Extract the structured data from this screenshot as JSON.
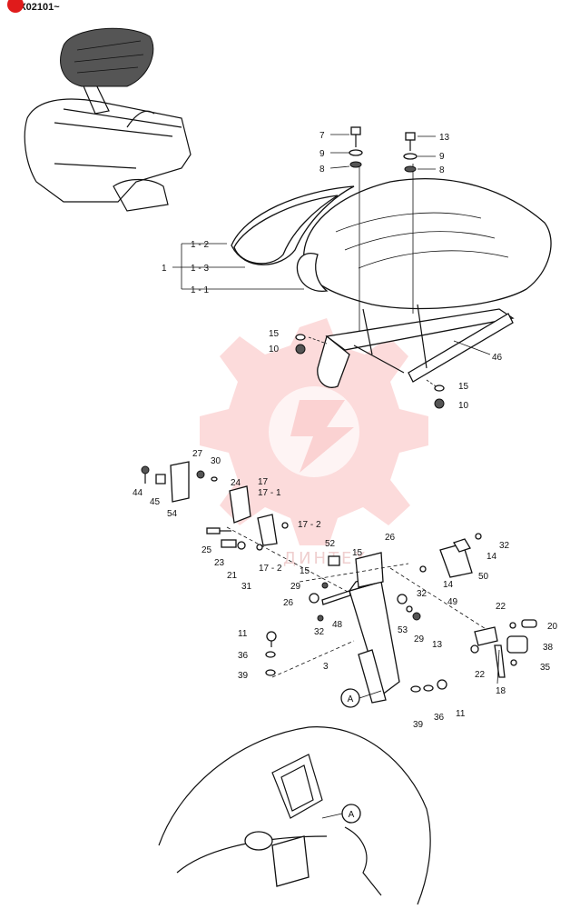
{
  "header": {
    "code": "PX02101~"
  },
  "callouts": [
    {
      "id": "7",
      "text": "7"
    },
    {
      "id": "9a",
      "text": "9"
    },
    {
      "id": "8a",
      "text": "8"
    },
    {
      "id": "13a",
      "text": "13"
    },
    {
      "id": "9b",
      "text": "9"
    },
    {
      "id": "8b",
      "text": "8"
    },
    {
      "id": "1-2",
      "text": "1 - 2"
    },
    {
      "id": "1",
      "text": "1"
    },
    {
      "id": "1-3",
      "text": "1 - 3"
    },
    {
      "id": "1-1",
      "text": "1 - 1"
    },
    {
      "id": "15a",
      "text": "15"
    },
    {
      "id": "10a",
      "text": "10"
    },
    {
      "id": "46",
      "text": "46"
    },
    {
      "id": "15b",
      "text": "15"
    },
    {
      "id": "10b",
      "text": "10"
    },
    {
      "id": "27",
      "text": "27"
    },
    {
      "id": "30",
      "text": "30"
    },
    {
      "id": "44",
      "text": "44"
    },
    {
      "id": "45",
      "text": "45"
    },
    {
      "id": "54",
      "text": "54"
    },
    {
      "id": "24",
      "text": "24"
    },
    {
      "id": "17",
      "text": "17"
    },
    {
      "id": "17-1",
      "text": "17 - 1"
    },
    {
      "id": "17-2a",
      "text": "17 - 2"
    },
    {
      "id": "17-2b",
      "text": "17 - 2"
    },
    {
      "id": "25",
      "text": "25"
    },
    {
      "id": "23",
      "text": "23"
    },
    {
      "id": "21",
      "text": "21"
    },
    {
      "id": "31",
      "text": "31"
    },
    {
      "id": "52",
      "text": "52"
    },
    {
      "id": "26a",
      "text": "26"
    },
    {
      "id": "15c",
      "text": "15"
    },
    {
      "id": "32a",
      "text": "32"
    },
    {
      "id": "14a",
      "text": "14"
    },
    {
      "id": "50",
      "text": "50"
    },
    {
      "id": "15d",
      "text": "15"
    },
    {
      "id": "29a",
      "text": "29"
    },
    {
      "id": "26b",
      "text": "26"
    },
    {
      "id": "32b",
      "text": "32"
    },
    {
      "id": "48",
      "text": "48"
    },
    {
      "id": "32c",
      "text": "32"
    },
    {
      "id": "14b",
      "text": "14"
    },
    {
      "id": "49",
      "text": "49"
    },
    {
      "id": "53",
      "text": "53"
    },
    {
      "id": "29b",
      "text": "29"
    },
    {
      "id": "13b",
      "text": "13"
    },
    {
      "id": "22a",
      "text": "22"
    },
    {
      "id": "20",
      "text": "20"
    },
    {
      "id": "38",
      "text": "38"
    },
    {
      "id": "22b",
      "text": "22"
    },
    {
      "id": "35",
      "text": "35"
    },
    {
      "id": "18",
      "text": "18"
    },
    {
      "id": "11a",
      "text": "11"
    },
    {
      "id": "36a",
      "text": "36"
    },
    {
      "id": "39a",
      "text": "39"
    },
    {
      "id": "3",
      "text": "3"
    },
    {
      "id": "A1",
      "text": "A"
    },
    {
      "id": "39b",
      "text": "39"
    },
    {
      "id": "36b",
      "text": "36"
    },
    {
      "id": "11b",
      "text": "11"
    },
    {
      "id": "A2",
      "text": "A"
    }
  ],
  "watermark": {
    "text": "ДИНТЕХ"
  },
  "colors": {
    "badge": "#e01b1b",
    "watermark": "#f05a5a",
    "ink": "#111111"
  }
}
